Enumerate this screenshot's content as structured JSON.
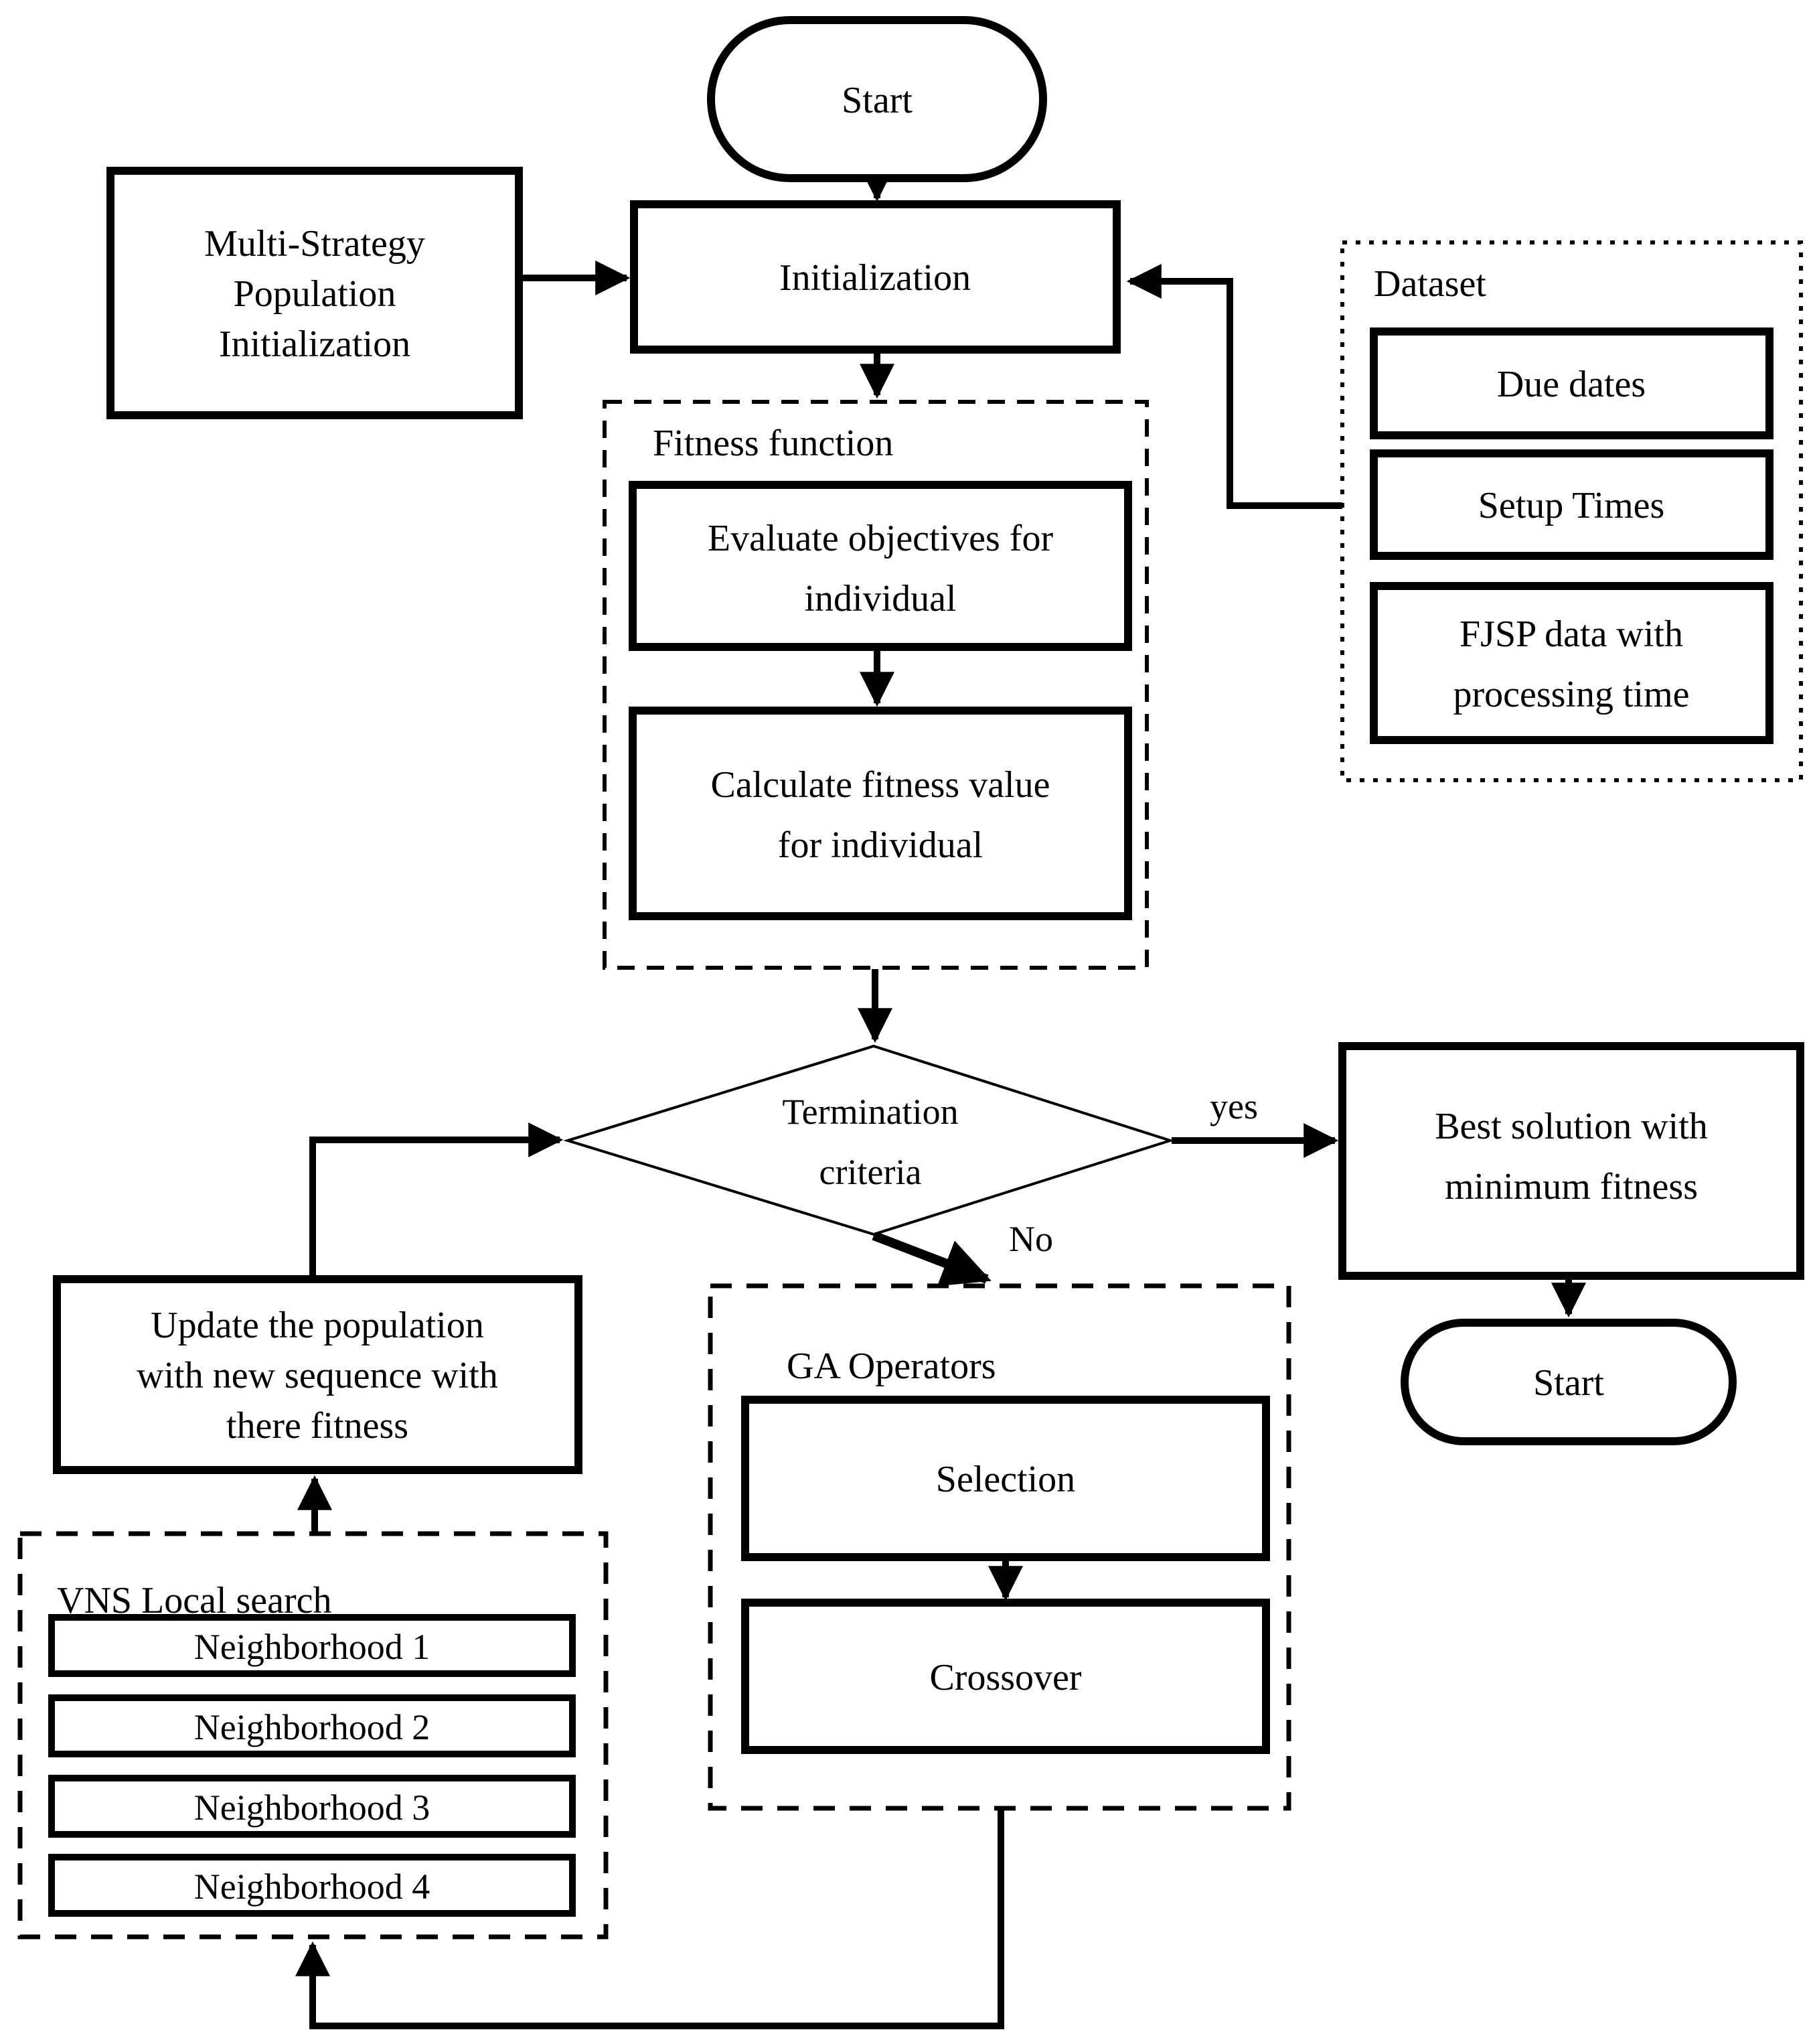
{
  "page": {
    "background": "#ffffff",
    "ink": "#000000",
    "type": "flowchart"
  },
  "nodes": {
    "start_top": {
      "label": "Start",
      "shape": "terminator"
    },
    "multi_strategy": {
      "lines": [
        "Multi-Strategy",
        "Population",
        "Initialization"
      ]
    },
    "initialization": {
      "label": "Initialization"
    },
    "dataset": {
      "title": "Dataset",
      "due_dates": {
        "label": "Due dates"
      },
      "setup_times": {
        "label": "Setup Times"
      },
      "fjsp": {
        "lines": [
          "FJSP data with",
          "processing time"
        ]
      }
    },
    "fitness": {
      "title": "Fitness function",
      "evaluate": {
        "lines": [
          "Evaluate objectives for",
          "individual"
        ]
      },
      "calculate": {
        "lines": [
          "Calculate fitness value",
          "for individual"
        ]
      }
    },
    "termination": {
      "lines": [
        "Termination",
        "criteria"
      ]
    },
    "best_solution": {
      "lines": [
        "Best solution with",
        "minimum fitness"
      ]
    },
    "start_bottom": {
      "label": "Start",
      "shape": "terminator"
    },
    "update_population": {
      "lines": [
        "Update the population",
        "with new sequence with",
        "there fitness"
      ]
    },
    "vns": {
      "title": "VNS Local search",
      "items": [
        "Neighborhood 1",
        "Neighborhood 2",
        "Neighborhood 3",
        "Neighborhood 4"
      ]
    },
    "ga": {
      "title": "GA Operators",
      "selection": {
        "label": "Selection"
      },
      "crossover": {
        "label": "Crossover"
      }
    }
  },
  "edge_labels": {
    "yes": "yes",
    "no": "No"
  }
}
